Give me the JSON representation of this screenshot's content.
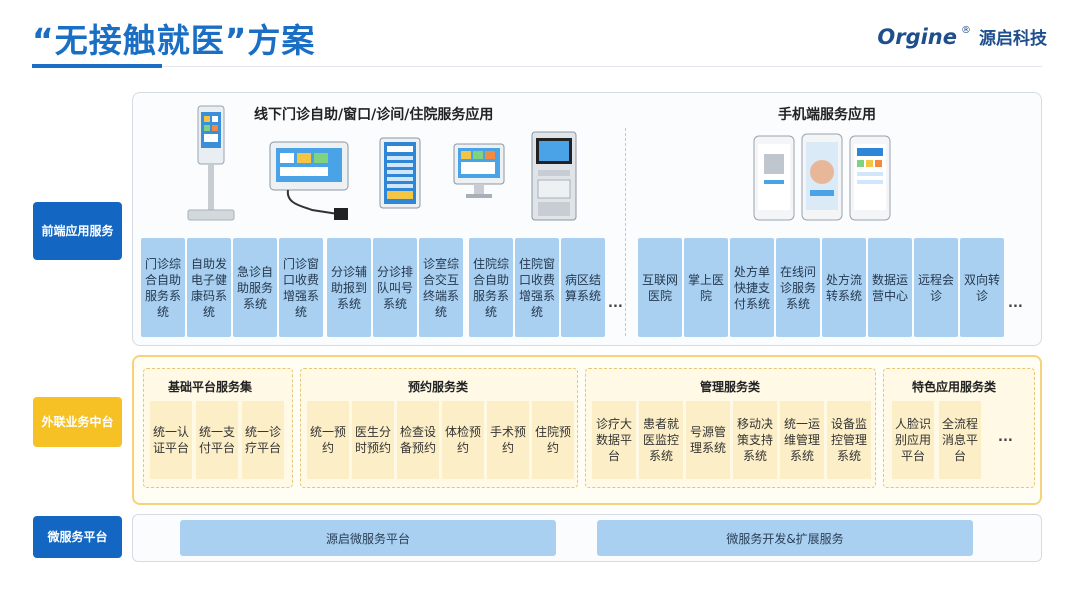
{
  "header": {
    "title": "“无接触就医”方案",
    "logo_brand": "Orgine",
    "logo_reg": "®",
    "logo_cn": "源启科技"
  },
  "side_labels": {
    "front": "前端应用服务",
    "middle": "外联业务中台",
    "bottom": "微服务平台"
  },
  "front": {
    "offline_title": "线下门诊自助/窗口/诊间/住院服务应用",
    "mobile_title": "手机端服务应用",
    "offline_tiles": [
      "门诊综合自助服务系统",
      "自助发电子健康码系统",
      "急诊自助服务系统",
      "门诊窗口收费增强系统",
      "分诊辅助报到系统",
      "分诊排队叫号系统",
      "诊室综合交互终端系统",
      "住院综合自助服务系统",
      "住院窗口收费增强系统",
      "病区结算系统"
    ],
    "mobile_tiles": [
      "互联网医院",
      "掌上医院",
      "处方单快捷支付系统",
      "在线问诊服务系统",
      "处方流转系统",
      "数据运营中心",
      "远程会诊",
      "双向转诊"
    ],
    "ellipsis": "..."
  },
  "middle": {
    "groups": [
      {
        "title": "基础平台服务集",
        "items": [
          "统一认证平台",
          "统一支付平台",
          "统一诊疗平台"
        ]
      },
      {
        "title": "预约服务类",
        "items": [
          "统一预约",
          "医生分时预约",
          "检查设备预约",
          "体检预约",
          "手术预约",
          "住院预约"
        ]
      },
      {
        "title": "管理服务类",
        "items": [
          "诊疗大数据平台",
          "患者就医监控系统",
          "号源管理系统",
          "移动决策支持系统",
          "统一运维管理系统",
          "设备监控管理系统"
        ]
      },
      {
        "title": "特色应用服务类",
        "items": [
          "人脸识别应用平台",
          "全流程消息平台"
        ]
      }
    ],
    "ellipsis": "..."
  },
  "bottom": {
    "bar1": "源启微服务平台",
    "bar2": "微服务开发&扩展服务"
  },
  "colors": {
    "primary_blue": "#1366c2",
    "title_blue": "#1a6fc4",
    "tile_blue": "#a9d0f1",
    "accent_yellow": "#f5c124",
    "tile_yellow": "#fcefc8"
  }
}
